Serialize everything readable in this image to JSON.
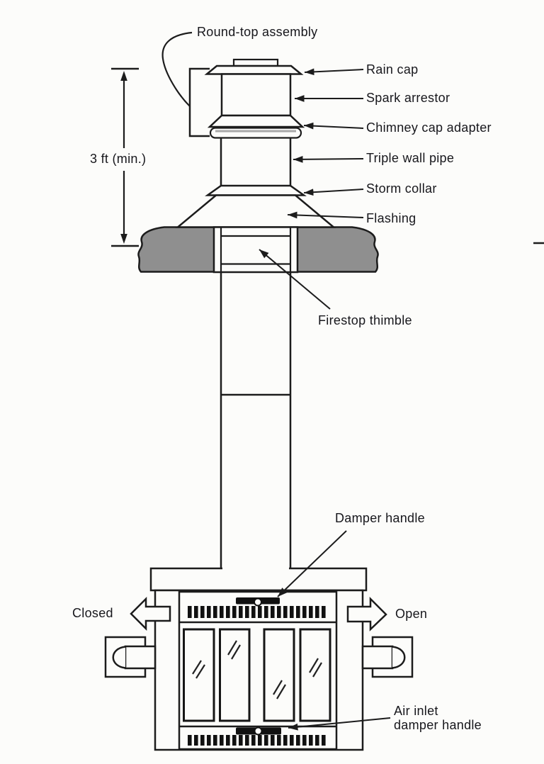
{
  "diagram": {
    "labels": {
      "round_top_assembly": "Round-top assembly",
      "rain_cap": "Rain cap",
      "spark_arrestor": "Spark arrestor",
      "chimney_cap_adapter": "Chimney cap adapter",
      "triple_wall_pipe": "Triple wall pipe",
      "storm_collar": "Storm collar",
      "flashing": "Flashing",
      "firestop_thimble": "Firestop thimble",
      "damper_handle": "Damper handle",
      "air_inlet_line1": "Air inlet",
      "air_inlet_line2": "damper handle",
      "min_height": "3 ft (min.)",
      "closed": "Closed",
      "open": "Open"
    },
    "colors": {
      "line": "#1c1c1c",
      "roof": "#8f8f8f",
      "slot": "#111111",
      "paper": "#fcfcfa"
    }
  }
}
